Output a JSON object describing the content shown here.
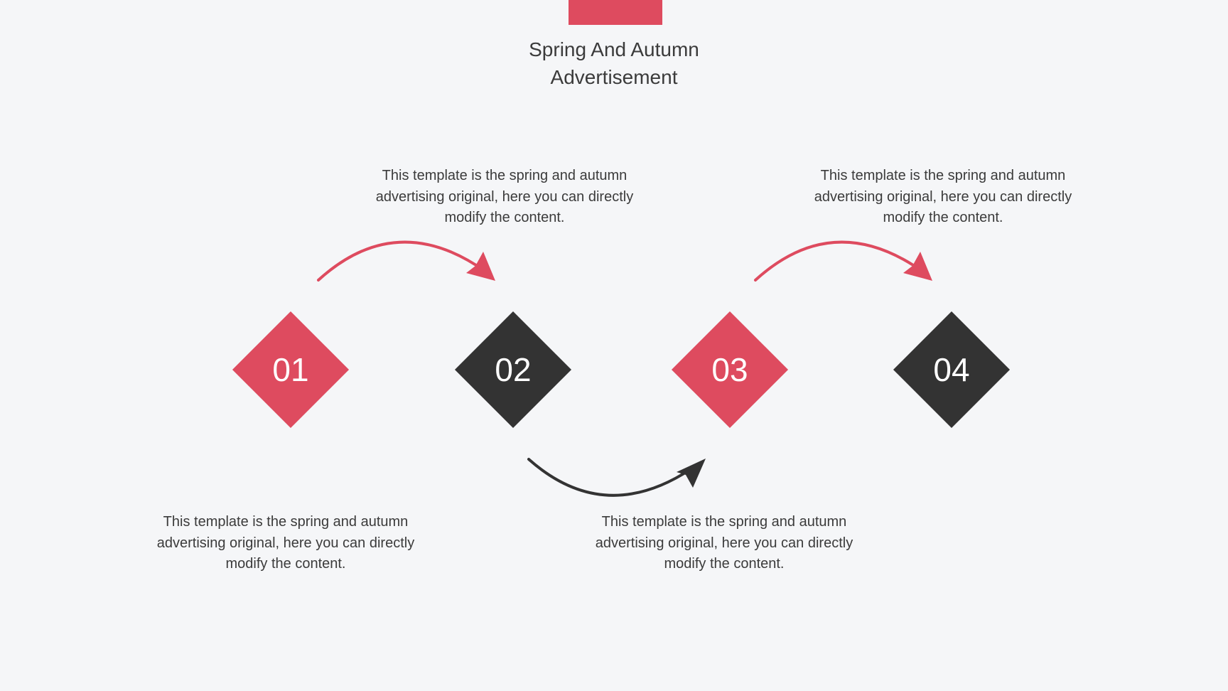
{
  "title": "Spring And Autumn\nAdvertisement",
  "colors": {
    "accent": "#de4b5f",
    "dark": "#333333",
    "background": "#f5f6f8",
    "text": "#3b3b3b"
  },
  "steps": [
    {
      "number": "01",
      "color": "#de4b5f",
      "description": "This template is the spring and autumn\nadvertising original, here you can directly\nmodify the content."
    },
    {
      "number": "02",
      "color": "#333333",
      "description": "This template is the spring and autumn\nadvertising original, here you can directly\nmodify the content."
    },
    {
      "number": "03",
      "color": "#de4b5f",
      "description": "This template is the spring and autumn\nadvertising original, here you can directly\nmodify the content."
    },
    {
      "number": "04",
      "color": "#333333",
      "description": "This template is the spring and autumn\nadvertising original, here you can directly\nmodify the content."
    }
  ],
  "arrows": [
    {
      "from": "01",
      "to": "02",
      "color": "#de4b5f",
      "icon": "curved-arrow-icon"
    },
    {
      "from": "02",
      "to": "03",
      "color": "#333333",
      "icon": "curved-arrow-icon"
    },
    {
      "from": "03",
      "to": "04",
      "color": "#de4b5f",
      "icon": "curved-arrow-icon"
    }
  ]
}
